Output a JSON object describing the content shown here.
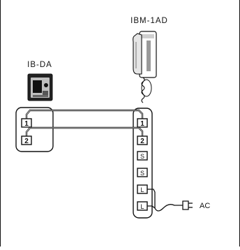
{
  "devices": {
    "door_station": {
      "label": "IB-DA"
    },
    "master_station": {
      "label": "IBM-1AD"
    }
  },
  "door_terminals": [
    {
      "label": "1"
    },
    {
      "label": "2"
    }
  ],
  "master_terminals": [
    {
      "label": "1"
    },
    {
      "label": "2"
    },
    {
      "label": "S"
    },
    {
      "label": "S"
    },
    {
      "label": "L"
    },
    {
      "label": "L"
    }
  ],
  "power": {
    "label": "AC"
  },
  "colors": {
    "ink": "#111111",
    "paper": "#ffffff",
    "device_dark": "#1a1a1a",
    "device_mid": "#7a7a7a"
  }
}
